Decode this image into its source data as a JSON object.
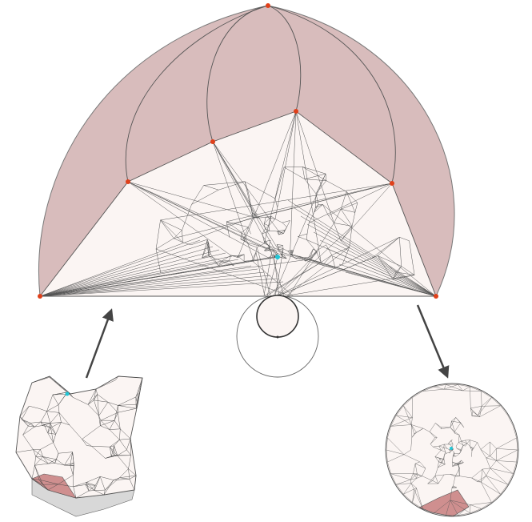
{
  "figure": {
    "panels": [
      {
        "name": "hemisphere-mesh-panel"
      },
      {
        "name": "source-face-mesh-panel"
      },
      {
        "name": "disk-mesh-panel"
      }
    ],
    "arrows": [
      {
        "name": "arrow-face-to-hemisphere",
        "direction": "up"
      },
      {
        "name": "arrow-hemisphere-to-disk",
        "direction": "down"
      }
    ],
    "markers": {
      "boundary_vertex": "red",
      "center_vertex": "cyan"
    }
  },
  "colors": {
    "hemisphere_fill": "#d8bcbc",
    "mesh_fill": "#fbf5f3",
    "mesh_stroke": "#555555",
    "highlight_fill": "#cf8f8f",
    "boundary_vertex": "#e0401a",
    "center_vertex": "#22c6d6",
    "arrow": "#444444",
    "gray_region": "#d8d8d8"
  }
}
